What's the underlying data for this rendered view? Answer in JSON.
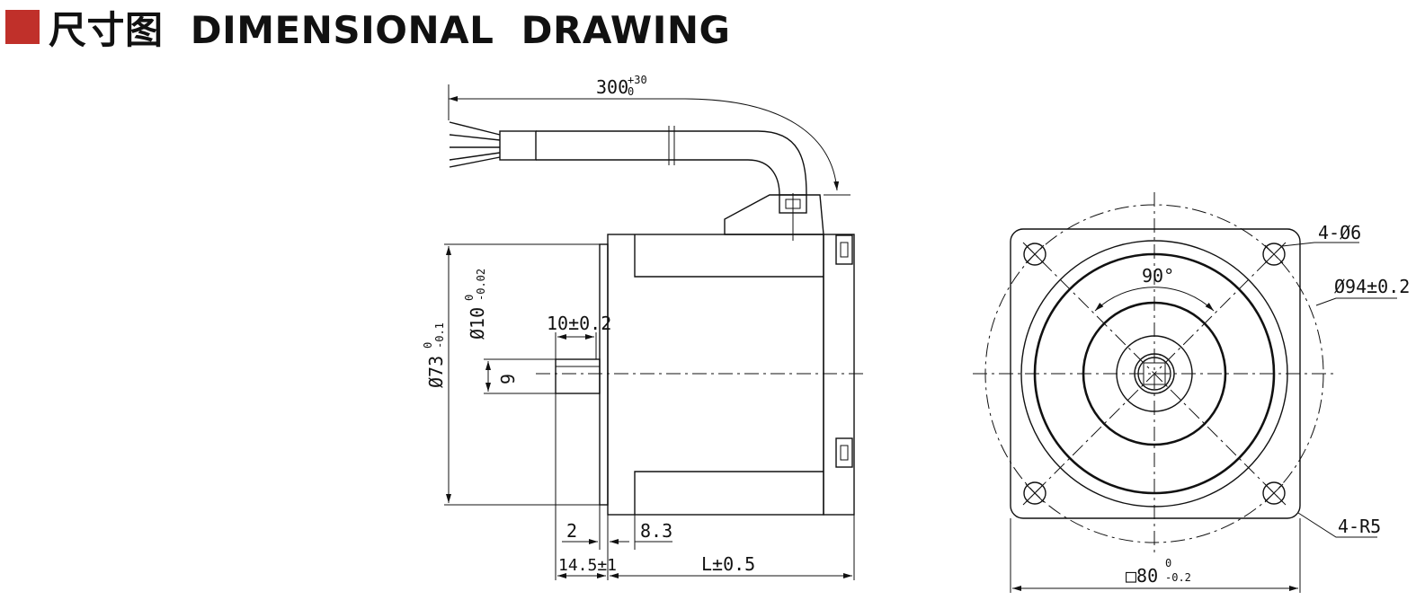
{
  "header": {
    "title": "尺寸图  DIMENSIONAL  DRAWING",
    "accent_color": "#c0302a"
  },
  "dims": {
    "cable_len": "300",
    "cable_tol_up": "+30",
    "cable_tol_lo": "0",
    "shaft_len": "10±0.2",
    "shaft_dia": "Ø10",
    "shaft_dia_up": "0",
    "shaft_dia_lo": "-0.02",
    "flange_dia": "Ø73",
    "flange_dia_up": "0",
    "flange_dia_lo": "-0.1",
    "flat": "9",
    "pilot": "2",
    "flange_thk": "8.3",
    "shaft_total": "14.5±1",
    "body_len": "L±0.5",
    "holes": "4-Ø6",
    "pcd": "Ø94±0.2",
    "angle": "90°",
    "corner": "4-R5",
    "square": "□80",
    "square_up": "0",
    "square_lo": "-0.2"
  }
}
